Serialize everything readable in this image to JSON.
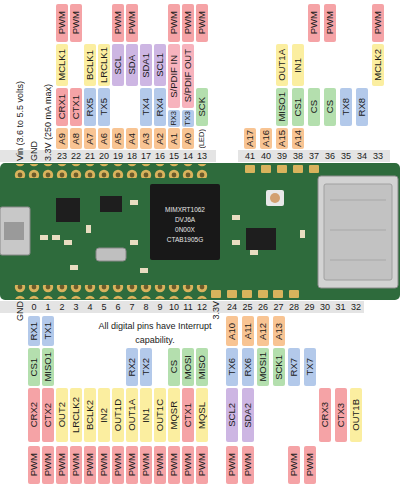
{
  "diagram": {
    "nodes": [
      {
        "text": [
          "PWM"
        ]
      },
      {
        "text": [
          "PWM"
        ]
      },
      {
        "text": [
          "PWM"
        ]
      },
      {
        "text": [
          "PWM"
        ]
      },
      {
        "text": [
          "PWM"
        ]
      },
      {
        "text": [
          "PWM"
        ]
      },
      {
        "text": [
          "PWM"
        ]
      },
      {
        "text": [
          "PWM"
        ]
      },
      {
        "text": [
          "PWM"
        ]
      },
      {
        "text": [
          "PWM"
        ]
      },
      {
        "text": [
          "MCLK1"
        ]
      },
      {
        "text": [
          "BCLK1"
        ]
      },
      {
        "text": [
          "LRCLK1"
        ]
      },
      {
        "text": [
          "SCL"
        ]
      },
      {
        "text": [
          "SDA"
        ]
      },
      {
        "text": [
          "SDA1"
        ]
      },
      {
        "text": [
          "SCL1"
        ]
      },
      {
        "text": [
          "S/PDIF IN"
        ]
      },
      {
        "text": [
          "S/PDIF OUT"
        ]
      },
      {
        "text": [
          "OUT1A"
        ]
      },
      {
        "text": [
          "IN1"
        ]
      },
      {
        "text": [
          "MCLK2"
        ]
      },
      {
        "text": [
          "CRX1"
        ]
      },
      {
        "text": [
          "CTX1"
        ]
      },
      {
        "text": [
          "RX5"
        ]
      },
      {
        "text": [
          "TX5"
        ]
      },
      {
        "text": [
          "TX4"
        ]
      },
      {
        "text": [
          "RX4"
        ]
      },
      {
        "text": [
          "RX3"
        ]
      },
      {
        "text": [
          "TX3"
        ]
      },
      {
        "text": [
          "SCK"
        ]
      },
      {
        "text": [
          "MISO1"
        ]
      },
      {
        "text": [
          "CS1"
        ]
      },
      {
        "text": [
          "CS"
        ]
      },
      {
        "text": [
          "CS"
        ]
      },
      {
        "text": [
          "TX8"
        ]
      },
      {
        "text": [
          "RX8"
        ]
      },
      {
        "text": [
          "A9"
        ]
      },
      {
        "text": [
          "A8"
        ]
      },
      {
        "text": [
          "A7"
        ]
      },
      {
        "text": [
          "A6"
        ]
      },
      {
        "text": [
          "A5"
        ]
      },
      {
        "text": [
          "A4"
        ]
      },
      {
        "text": [
          "A3"
        ]
      },
      {
        "text": [
          "A2"
        ]
      },
      {
        "text": [
          "A1"
        ]
      },
      {
        "text": [
          "A0"
        ]
      },
      {
        "text": [
          "A17"
        ]
      },
      {
        "text": [
          "A16"
        ]
      },
      {
        "text": [
          "A15"
        ]
      },
      {
        "text": [
          "A14"
        ]
      },
      {
        "text": [
          "RX1"
        ]
      },
      {
        "text": [
          "TX1"
        ]
      },
      {
        "text": [
          "A10"
        ]
      },
      {
        "text": [
          "A11"
        ]
      },
      {
        "text": [
          "A12"
        ]
      },
      {
        "text": [
          "A13"
        ]
      },
      {
        "text": [
          "CS1"
        ]
      },
      {
        "text": [
          "MISO1"
        ]
      },
      {
        "text": [
          "RX2"
        ]
      },
      {
        "text": [
          "TX2"
        ]
      },
      {
        "text": [
          "CS"
        ]
      },
      {
        "text": [
          "MOSI"
        ]
      },
      {
        "text": [
          "MISO"
        ]
      },
      {
        "text": [
          "TX6"
        ]
      },
      {
        "text": [
          "RX6"
        ]
      },
      {
        "text": [
          "MOSI1"
        ]
      },
      {
        "text": [
          "SCK1"
        ]
      },
      {
        "text": [
          "RX7"
        ]
      },
      {
        "text": [
          "TX7"
        ]
      },
      {
        "text": [
          "CRX2"
        ]
      },
      {
        "text": [
          "CTX2"
        ]
      },
      {
        "text": [
          "OUT2"
        ]
      },
      {
        "text": [
          "LRCLK2"
        ]
      },
      {
        "text": [
          "BCLK2"
        ]
      },
      {
        "text": [
          "IN2"
        ]
      },
      {
        "text": [
          "OUT1D"
        ]
      },
      {
        "text": [
          "OUT1A"
        ]
      },
      {
        "text": [
          "IN1"
        ]
      },
      {
        "text": [
          "OUT1C"
        ]
      },
      {
        "text": [
          "MQSR"
        ]
      },
      {
        "text": [
          "CTX1"
        ]
      },
      {
        "text": [
          "MQSL"
        ]
      },
      {
        "text": [
          "SCL2"
        ]
      },
      {
        "text": [
          "SDA2"
        ]
      },
      {
        "text": [
          "CRX3"
        ]
      },
      {
        "text": [
          "CTX3"
        ]
      },
      {
        "text": [
          "OUT1B"
        ]
      },
      {
        "text": [
          "PWM"
        ]
      },
      {
        "text": [
          "PWM"
        ]
      },
      {
        "text": [
          "PWM"
        ]
      },
      {
        "text": [
          "PWM"
        ]
      },
      {
        "text": [
          "PWM"
        ]
      },
      {
        "text": [
          "PWM"
        ]
      },
      {
        "text": [
          "PWM"
        ]
      },
      {
        "text": [
          "PWM"
        ]
      },
      {
        "text": [
          "PWM"
        ]
      },
      {
        "text": [
          "PWM"
        ]
      },
      {
        "text": [
          "PWM"
        ]
      },
      {
        "text": [
          "PWM"
        ]
      },
      {
        "text": [
          "PWM"
        ]
      },
      {
        "text": [
          "PWM"
        ]
      },
      {
        "text": [
          "PWM"
        ]
      },
      {
        "text": [
          "PWM"
        ]
      },
      {
        "text": [
          "PWM"
        ]
      }
    ],
    "labels": [
      "Vin (3.6 to 5.5 volts)",
      "GND",
      "3.3V (250 mA max)",
      "23",
      "22",
      "21",
      "20",
      "19",
      "18",
      "17",
      "16",
      "15",
      "14",
      "13",
      "(LED)",
      "41",
      "40",
      "39",
      "38",
      "37",
      "36",
      "35",
      "34",
      "33",
      "GND",
      "0",
      "1",
      "2",
      "3",
      "4",
      "5",
      "6",
      "7",
      "8",
      "9",
      "10",
      "11",
      "12",
      "3.3V",
      "24",
      "25",
      "26",
      "27",
      "28",
      "29",
      "30",
      "31",
      "32",
      "All digital pins have Interrupt capability.",
      "MIMXRT1062",
      "DVJ6A",
      "0N00X",
      "CTAB1905G"
    ]
  }
}
